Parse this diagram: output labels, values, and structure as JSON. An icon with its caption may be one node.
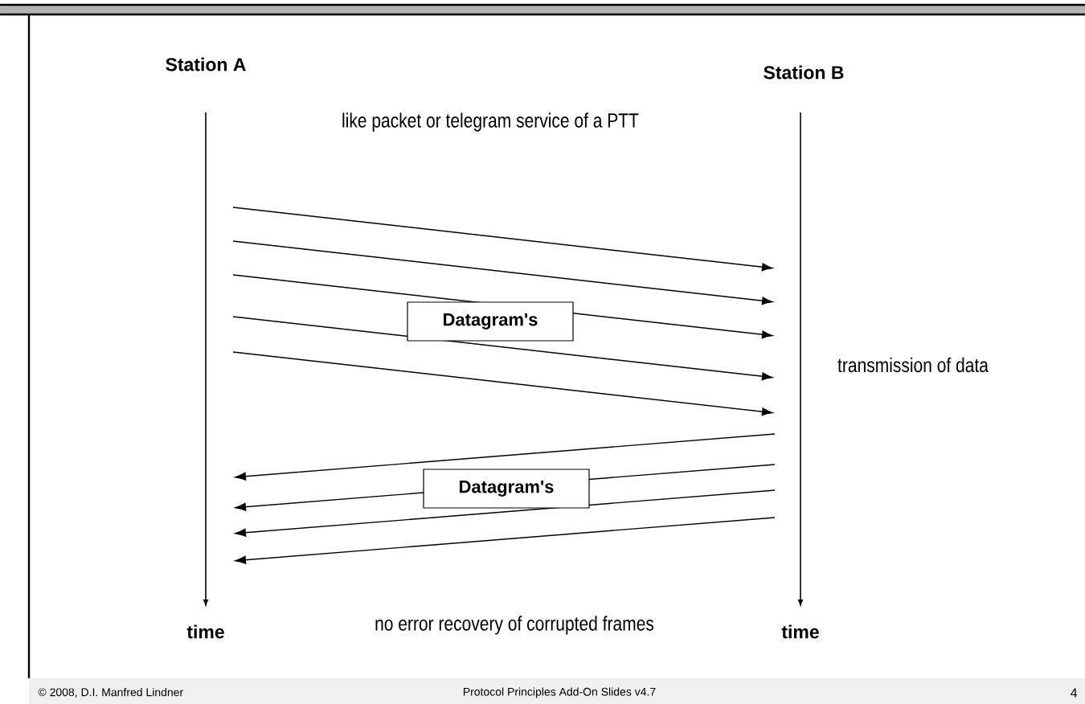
{
  "diagram": {
    "nodes": [
      {
        "text": [],
        "shape": "bar"
      },
      {
        "text": [],
        "shape": "bar"
      }
    ],
    "edges": [
      {
        "from": 0,
        "to": 1,
        "arrow": "to"
      },
      {
        "from": 0,
        "to": 1,
        "arrow": "to"
      },
      {
        "from": 0,
        "to": 1,
        "arrow": "to"
      },
      {
        "from": 0,
        "to": 1,
        "arrow": "to"
      },
      {
        "from": 0,
        "to": 1,
        "arrow": "to"
      },
      {
        "from": 1,
        "to": 0,
        "arrow": "to"
      },
      {
        "from": 1,
        "to": 0,
        "arrow": "to"
      },
      {
        "from": 1,
        "to": 0,
        "arrow": "to"
      },
      {
        "from": 1,
        "to": 0,
        "arrow": "to"
      }
    ],
    "labels": [
      "Station A",
      "Station B",
      "like packet or telegram service of a PTT",
      "Datagram's",
      "transmission of data",
      "Datagram's",
      "time",
      "no error recovery of corrupted frames",
      "time",
      "© 2008, D.I. Manfred Lindner",
      "Protocol Principles Add-On Slides v4.7",
      "4"
    ]
  }
}
